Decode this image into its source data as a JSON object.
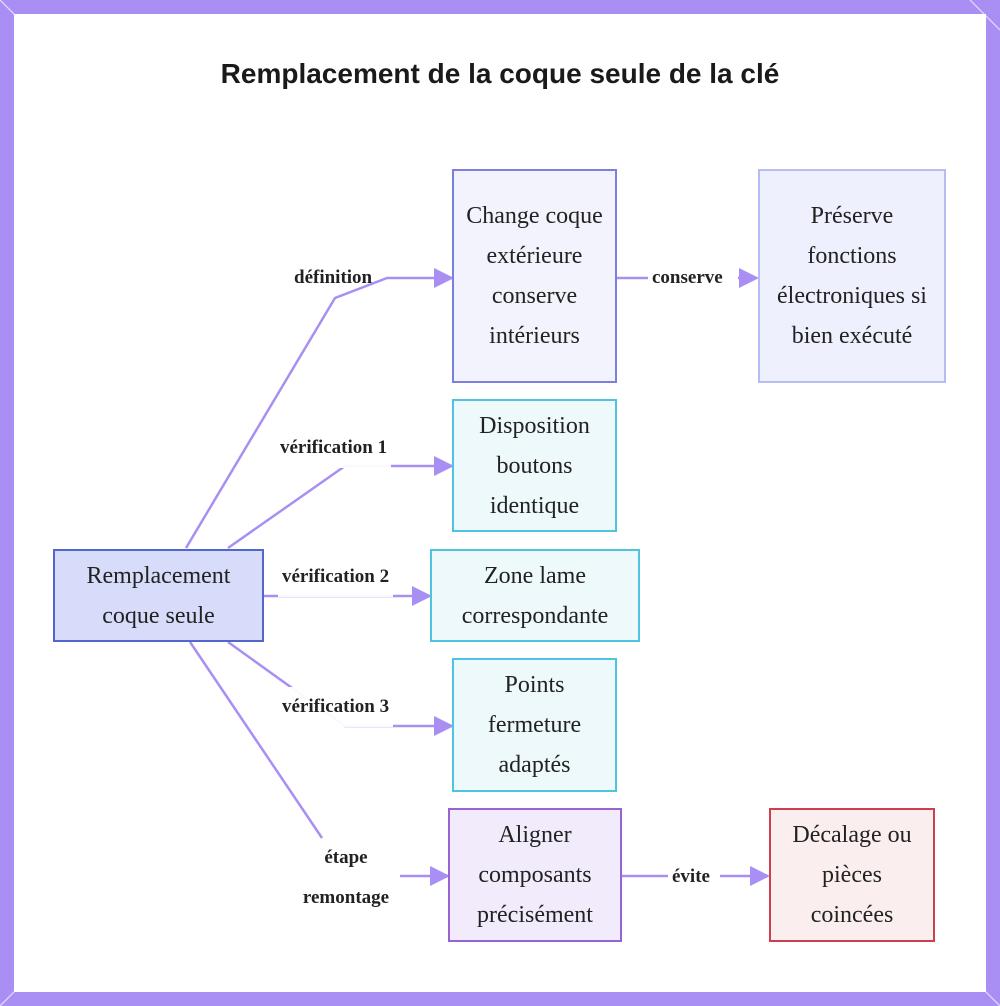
{
  "diagram": {
    "title": "Remplacement de la coque seule de la clé",
    "nodes": {
      "root": "Remplacement coque seule",
      "change": "Change coque extérieure conserve intérieurs",
      "preserve": "Préserve fonctions électroniques si bien exécuté",
      "disposition": "Disposition boutons identique",
      "zone": "Zone lame correspondante",
      "points": "Points fermeture adaptés",
      "aligner": "Aligner composants précisément",
      "decalage": "Décalage ou pièces coincées"
    },
    "edges": {
      "definition": "définition",
      "conserve": "conserve",
      "verif1": "vérification 1",
      "verif2": "vérification 2",
      "verif3": "vérification 3",
      "etape": "étape remontage",
      "evite": "évite"
    },
    "colors": {
      "frame": "#a98ff3",
      "edge": "#a98ff3",
      "root_border": "#5266cc",
      "cyan_border": "#4fc3df",
      "purple_border": "#9a63d4",
      "red_border": "#cc3f4f"
    }
  }
}
